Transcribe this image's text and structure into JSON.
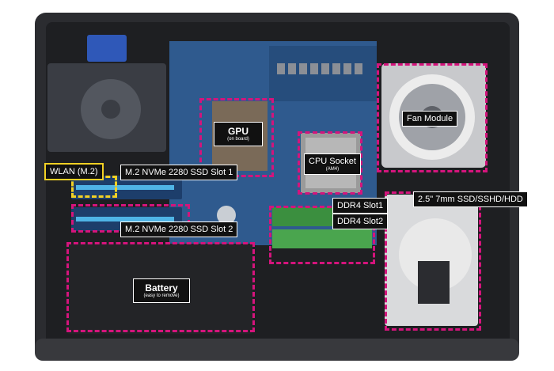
{
  "labels": {
    "gpu": "GPU",
    "gpu_sub": "(on board)",
    "fan": "Fan Module",
    "cpu": "CPU Socket",
    "cpu_sub": "(AM4)",
    "wlan": "WLAN (M.2)",
    "ssd1": "M.2 NVMe 2280 SSD Slot 1",
    "ssd2": "M.2 NVMe 2280 SSD Slot 2",
    "ddr1": "DDR4 Slot1",
    "ddr2": "DDR4 Slot2",
    "hdd": "2.5\" 7mm SSD/SSHD/HDD",
    "battery": "Battery",
    "battery_sub": "(easy to remove)"
  },
  "colors": {
    "highlight_magenta": "#d4147c",
    "highlight_yellow": "#f2d024",
    "pcb_blue": "#2f5a8e",
    "chassis": "#2b2c30"
  }
}
